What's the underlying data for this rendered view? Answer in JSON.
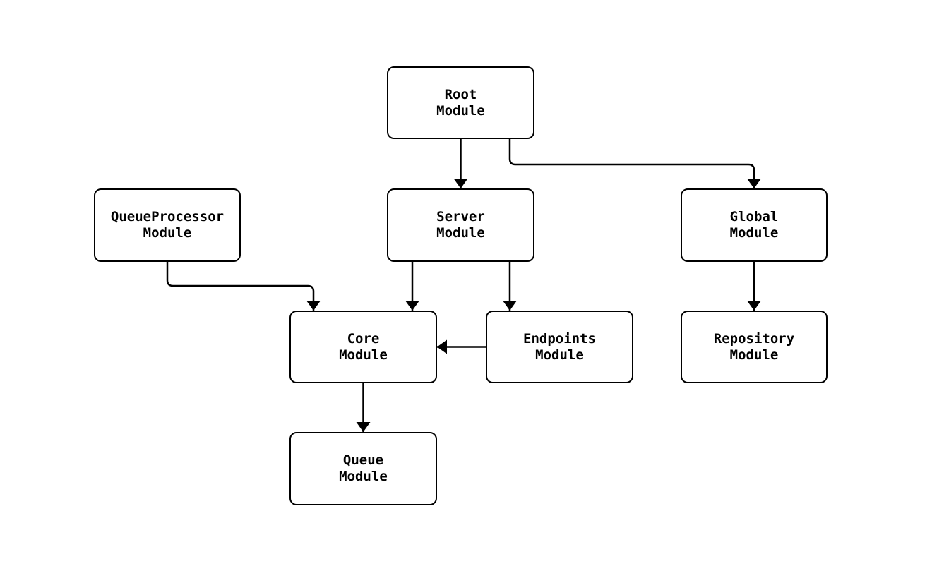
{
  "diagram": {
    "type": "module-dependency-flowchart",
    "background_color": "#ffffff",
    "stroke_color": "#000000",
    "text_color": "#000000",
    "node_fill_color": "#ffffff",
    "nodes": [
      {
        "id": "root",
        "label": "Root\nModule"
      },
      {
        "id": "queueprocessor",
        "label": "QueueProcessor\nModule"
      },
      {
        "id": "server",
        "label": "Server\nModule"
      },
      {
        "id": "global",
        "label": "Global\nModule"
      },
      {
        "id": "core",
        "label": "Core\nModule"
      },
      {
        "id": "endpoints",
        "label": "Endpoints\nModule"
      },
      {
        "id": "repository",
        "label": "Repository\nModule"
      },
      {
        "id": "queue",
        "label": "Queue\nModule"
      }
    ],
    "edges": [
      {
        "from": "root",
        "to": "server"
      },
      {
        "from": "root",
        "to": "global"
      },
      {
        "from": "queueprocessor",
        "to": "core"
      },
      {
        "from": "server",
        "to": "core"
      },
      {
        "from": "server",
        "to": "endpoints"
      },
      {
        "from": "endpoints",
        "to": "core"
      },
      {
        "from": "global",
        "to": "repository"
      },
      {
        "from": "core",
        "to": "queue"
      }
    ]
  }
}
